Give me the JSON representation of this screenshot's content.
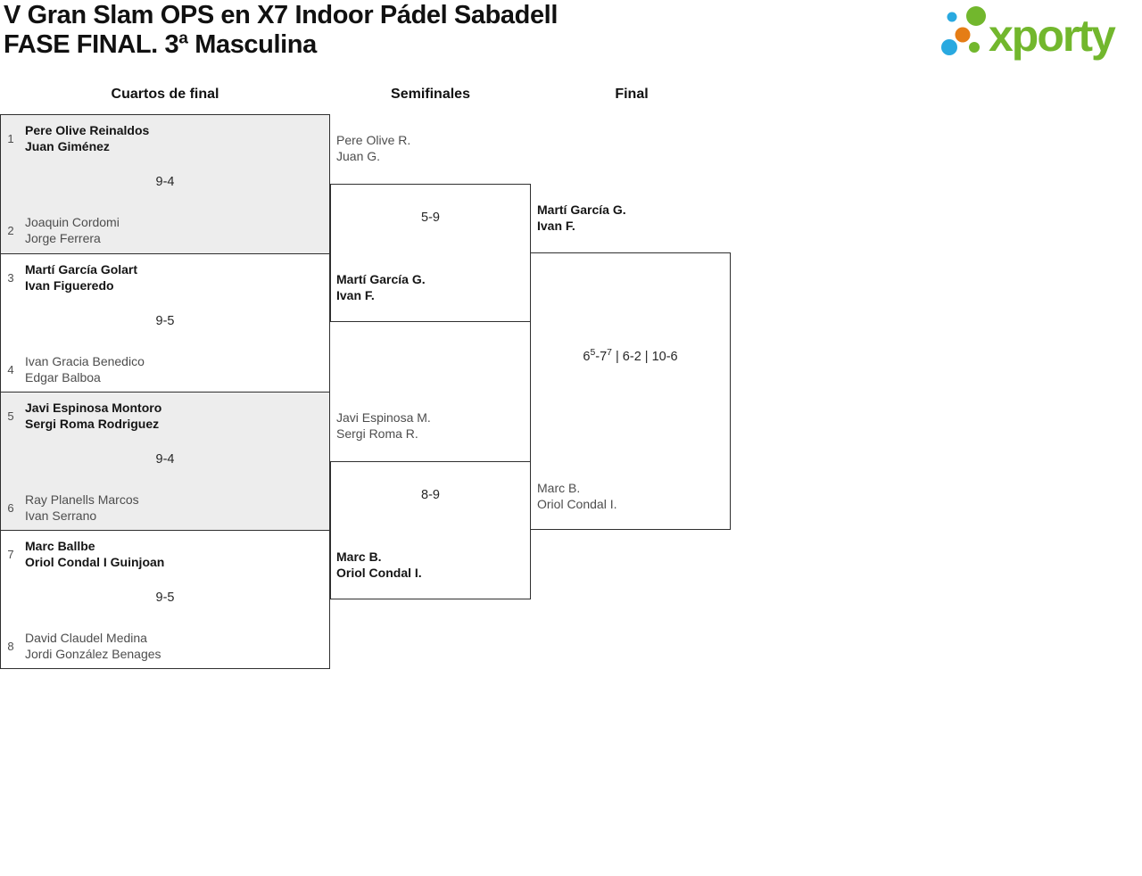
{
  "header": {
    "title_line1": "V Gran Slam OPS en X7 Indoor Pádel Sabadell",
    "title_line2": "FASE FINAL. 3ª Masculina"
  },
  "logo": {
    "text": "xporty",
    "colors": {
      "green": "#72b72d",
      "blue": "#29a9e0",
      "orange": "#e57d16"
    }
  },
  "round_headers": {
    "quarterfinals": "Cuartos de final",
    "semifinals": "Semifinales",
    "final": "Final"
  },
  "bracket": {
    "quarterfinals": [
      {
        "seed_a": "1",
        "team_a": [
          "Pere Olive Reinaldos",
          "Juan Giménez"
        ],
        "score": "9-4",
        "seed_b": "2",
        "team_b": [
          "Joaquin Cordomi",
          "Jorge Ferrera"
        ],
        "winner": "a"
      },
      {
        "seed_a": "3",
        "team_a": [
          "Martí García Golart",
          "Ivan Figueredo"
        ],
        "score": "9-5",
        "seed_b": "4",
        "team_b": [
          "Ivan Gracia Benedico",
          "Edgar Balboa"
        ],
        "winner": "a"
      },
      {
        "seed_a": "5",
        "team_a": [
          "Javi Espinosa Montoro",
          "Sergi Roma Rodriguez"
        ],
        "score": "9-4",
        "seed_b": "6",
        "team_b": [
          "Ray Planells Marcos",
          "Ivan Serrano"
        ],
        "winner": "a"
      },
      {
        "seed_a": "7",
        "team_a": [
          "Marc Ballbe",
          "Oriol Condal I Guinjoan"
        ],
        "score": "9-5",
        "seed_b": "8",
        "team_b": [
          "David Claudel Medina",
          "Jordi González Benages"
        ],
        "winner": "a"
      }
    ],
    "semifinals": [
      {
        "team_a": [
          "Pere Olive R.",
          "Juan G."
        ],
        "score": "5-9",
        "team_b": [
          "Martí García G.",
          "Ivan F."
        ],
        "winner": "b"
      },
      {
        "team_a": [
          "Javi Espinosa M.",
          "Sergi Roma R."
        ],
        "score": "8-9",
        "team_b": [
          "Marc B.",
          "Oriol Condal I."
        ],
        "winner": "b"
      }
    ],
    "final": {
      "team_a": [
        "Martí García G.",
        "Ivan F."
      ],
      "team_b": [
        "Marc B.",
        "Oriol Condal I."
      ],
      "winner": "a",
      "score_parts": [
        {
          "t": "6"
        },
        {
          "t": "5",
          "sup": true
        },
        {
          "t": "-7"
        },
        {
          "t": "7",
          "sup": true
        },
        {
          "t": " | 6-2 | 10-6"
        }
      ]
    }
  }
}
